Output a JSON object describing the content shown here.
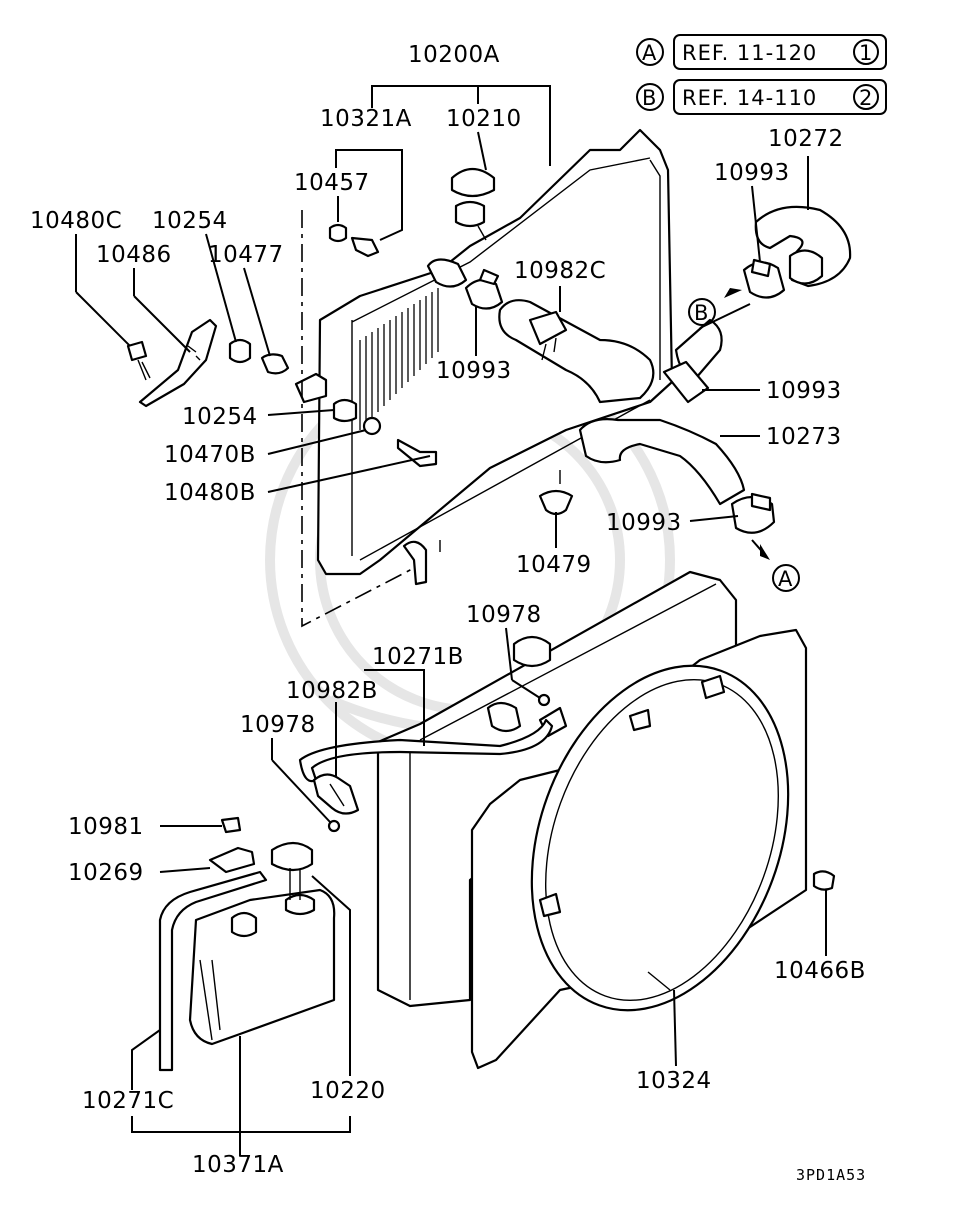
{
  "labels": {
    "l10200A": "10200A",
    "l10321A": "10321A",
    "l10210": "10210",
    "l10457": "10457",
    "l10480C": "10480C",
    "l10254a": "10254",
    "l10486": "10486",
    "l10477": "10477",
    "l10982C": "10982C",
    "l10993a": "10993",
    "l10272": "10272",
    "l10993b": "10993",
    "l10993c": "10993",
    "l10273": "10273",
    "l10254b": "10254",
    "l10470B": "10470B",
    "l10480B": "10480B",
    "l10993d": "10993",
    "l10479": "10479",
    "l10978a": "10978",
    "l10271B": "10271B",
    "l10982B": "10982B",
    "l10978b": "10978",
    "l10981": "10981",
    "l10269": "10269",
    "l10466B": "10466B",
    "l10324": "10324",
    "l10271C": "10271C",
    "l10220": "10220",
    "l10371A": "10371A"
  },
  "references": [
    {
      "letter": "A",
      "text": "REF. 11-120",
      "num": "1"
    },
    {
      "letter": "B",
      "text": "REF. 14-110",
      "num": "2"
    }
  ],
  "markers": {
    "a": "A",
    "b": "B"
  },
  "drawing_code": "3PD1A53"
}
